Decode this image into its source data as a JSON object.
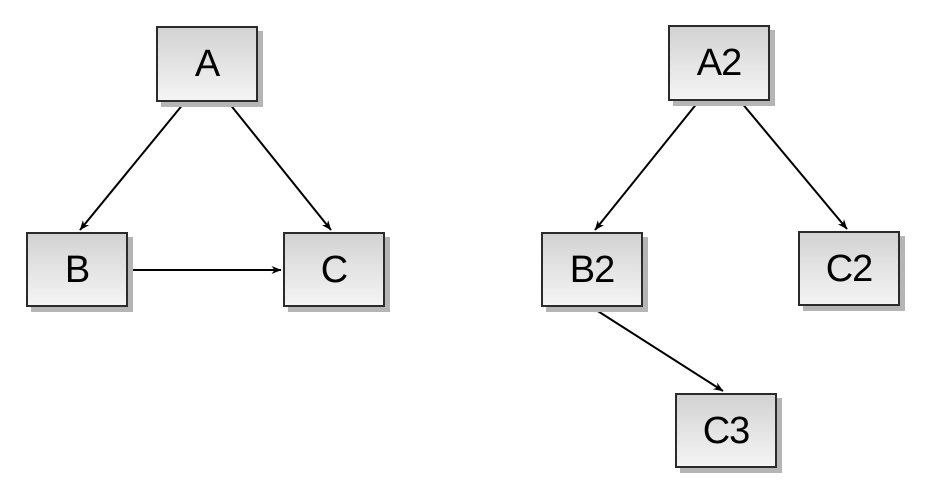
{
  "diagram": {
    "background_color": "#ffffff",
    "nodes": [
      {
        "id": "A",
        "label": "A"
      },
      {
        "id": "B",
        "label": "B"
      },
      {
        "id": "C",
        "label": "C"
      },
      {
        "id": "A2",
        "label": "A2"
      },
      {
        "id": "B2",
        "label": "B2"
      },
      {
        "id": "C2",
        "label": "C2"
      },
      {
        "id": "C3",
        "label": "C3"
      }
    ],
    "edges": [
      {
        "from": "A",
        "to": "B"
      },
      {
        "from": "A",
        "to": "C"
      },
      {
        "from": "B",
        "to": "C"
      },
      {
        "from": "A2",
        "to": "B2"
      },
      {
        "from": "A2",
        "to": "C2"
      },
      {
        "from": "B2",
        "to": "C3"
      }
    ],
    "style": {
      "node_fill_top": "#d2d2d2",
      "node_fill_bottom": "#f4f4f4",
      "node_border_color": "#2b2b2b",
      "node_shadow_color": "#b5b5b5",
      "edge_color": "#000000",
      "text_color": "#000000"
    }
  }
}
